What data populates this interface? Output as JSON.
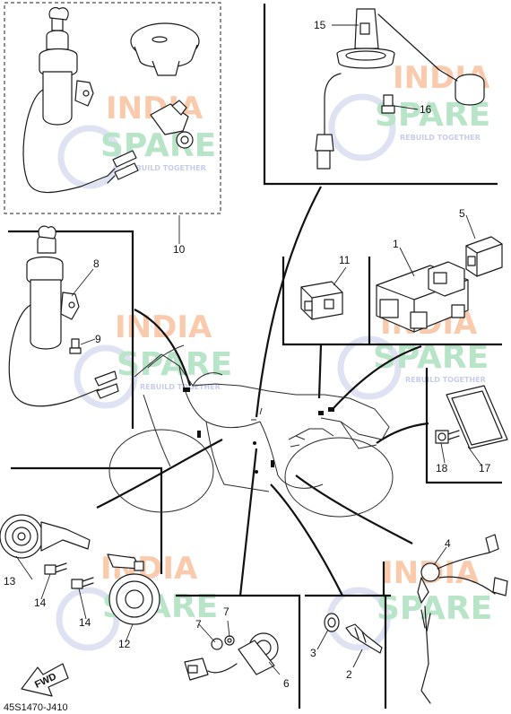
{
  "diagram": {
    "drawing_code": "45S1470-J410",
    "direction_label": "FWD",
    "callouts": [
      {
        "id": "c1",
        "label": "1"
      },
      {
        "id": "c2",
        "label": "2"
      },
      {
        "id": "c3",
        "label": "3"
      },
      {
        "id": "c4",
        "label": "4"
      },
      {
        "id": "c5",
        "label": "5"
      },
      {
        "id": "c6",
        "label": "6"
      },
      {
        "id": "c7a",
        "label": "7"
      },
      {
        "id": "c7b",
        "label": "7"
      },
      {
        "id": "c8",
        "label": "8"
      },
      {
        "id": "c9",
        "label": "9"
      },
      {
        "id": "c10",
        "label": "10"
      },
      {
        "id": "c11",
        "label": "11"
      },
      {
        "id": "c12",
        "label": "12"
      },
      {
        "id": "c13",
        "label": "13"
      },
      {
        "id": "c14a",
        "label": "14"
      },
      {
        "id": "c14b",
        "label": "14"
      },
      {
        "id": "c15",
        "label": "15"
      },
      {
        "id": "c16",
        "label": "16"
      },
      {
        "id": "c17",
        "label": "17"
      },
      {
        "id": "c18",
        "label": "18"
      }
    ]
  },
  "watermark": {
    "line1": "INDIA",
    "line2": "SPARE",
    "tagline": "REBUILD TOGETHER",
    "color_orange": "#f5a26a",
    "color_green": "#7fcf9b",
    "color_blue": "#9aa6d8"
  }
}
